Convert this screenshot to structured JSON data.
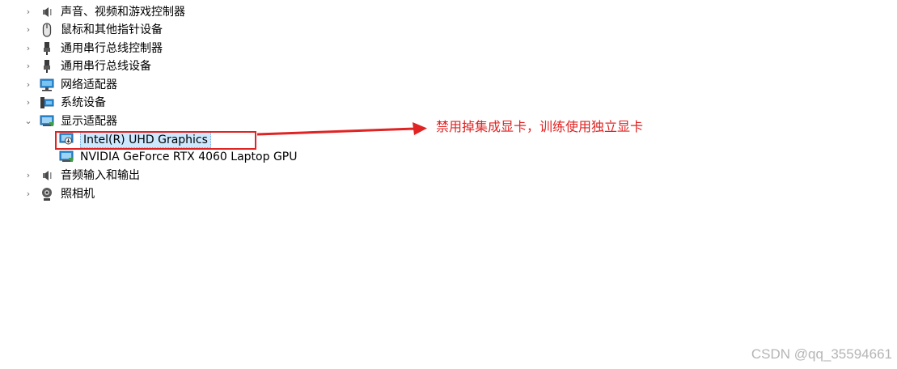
{
  "tree": {
    "items": [
      {
        "label": "声音、视频和游戏控制器",
        "icon": "speaker-icon",
        "expanded": false
      },
      {
        "label": "鼠标和其他指针设备",
        "icon": "mouse-icon",
        "expanded": false
      },
      {
        "label": "通用串行总线控制器",
        "icon": "usb-icon",
        "expanded": false
      },
      {
        "label": "通用串行总线设备",
        "icon": "usb-icon",
        "expanded": false
      },
      {
        "label": "网络适配器",
        "icon": "network-icon",
        "expanded": false
      },
      {
        "label": "系统设备",
        "icon": "system-device-icon",
        "expanded": false
      },
      {
        "label": "显示适配器",
        "icon": "display-adapter-icon",
        "expanded": true,
        "children": [
          {
            "label": "Intel(R) UHD Graphics",
            "icon": "disabled-display-icon",
            "selected": true
          },
          {
            "label": "NVIDIA GeForce RTX 4060 Laptop GPU",
            "icon": "display-adapter-icon",
            "selected": false
          }
        ]
      },
      {
        "label": "音频输入和输出",
        "icon": "speaker-icon",
        "expanded": false
      },
      {
        "label": "照相机",
        "icon": "camera-icon",
        "expanded": false
      }
    ],
    "chevron_collapsed": "›",
    "chevron_expanded": "⌄"
  },
  "annotation": {
    "text": "禁用掉集成显卡，训练使用独立显卡",
    "color": "#e02424"
  },
  "watermark": "CSDN @qq_35594661"
}
